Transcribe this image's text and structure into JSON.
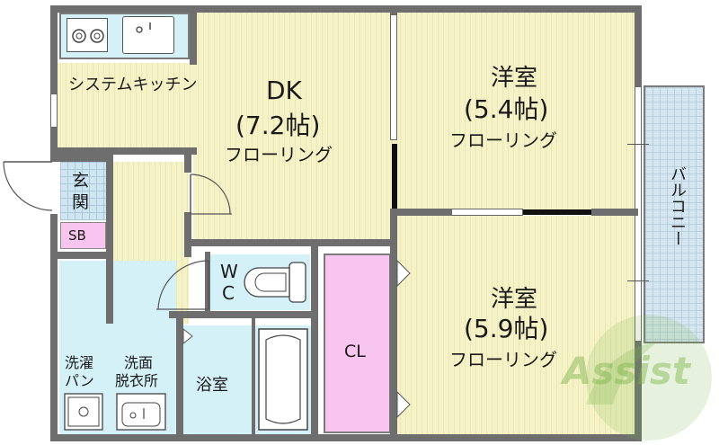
{
  "rooms": {
    "kitchen": {
      "label": "システムキッチン"
    },
    "dk": {
      "name": "DK",
      "size": "(7.2帖)",
      "floor": "フローリング"
    },
    "western1": {
      "name": "洋室",
      "size": "(5.4帖)",
      "floor": "フローリング"
    },
    "western2": {
      "name": "洋室",
      "size": "(5.9帖)",
      "floor": "フローリング"
    },
    "entrance": {
      "label_line1": "玄",
      "label_line2": "関"
    },
    "shoebox": {
      "label": "SB"
    },
    "wc": {
      "label_line1": "W",
      "label_line2": "C"
    },
    "closet": {
      "label": "CL"
    },
    "bath": {
      "label": "浴室"
    },
    "washer": {
      "label_line1": "洗濯",
      "label_line2": "パン"
    },
    "dressing": {
      "label_line1": "洗面",
      "label_line2": "脱衣所"
    },
    "balcony": {
      "label": "バルコニー"
    }
  },
  "watermark": {
    "text": "Assist"
  },
  "colors": {
    "floor": "#f5f2c7",
    "wall": "#6e6e6e",
    "wet_area": "#d4f1f7",
    "closet": "#f8c5ee",
    "balcony": "#d6e6f0",
    "watermark": "#7bb54a"
  }
}
